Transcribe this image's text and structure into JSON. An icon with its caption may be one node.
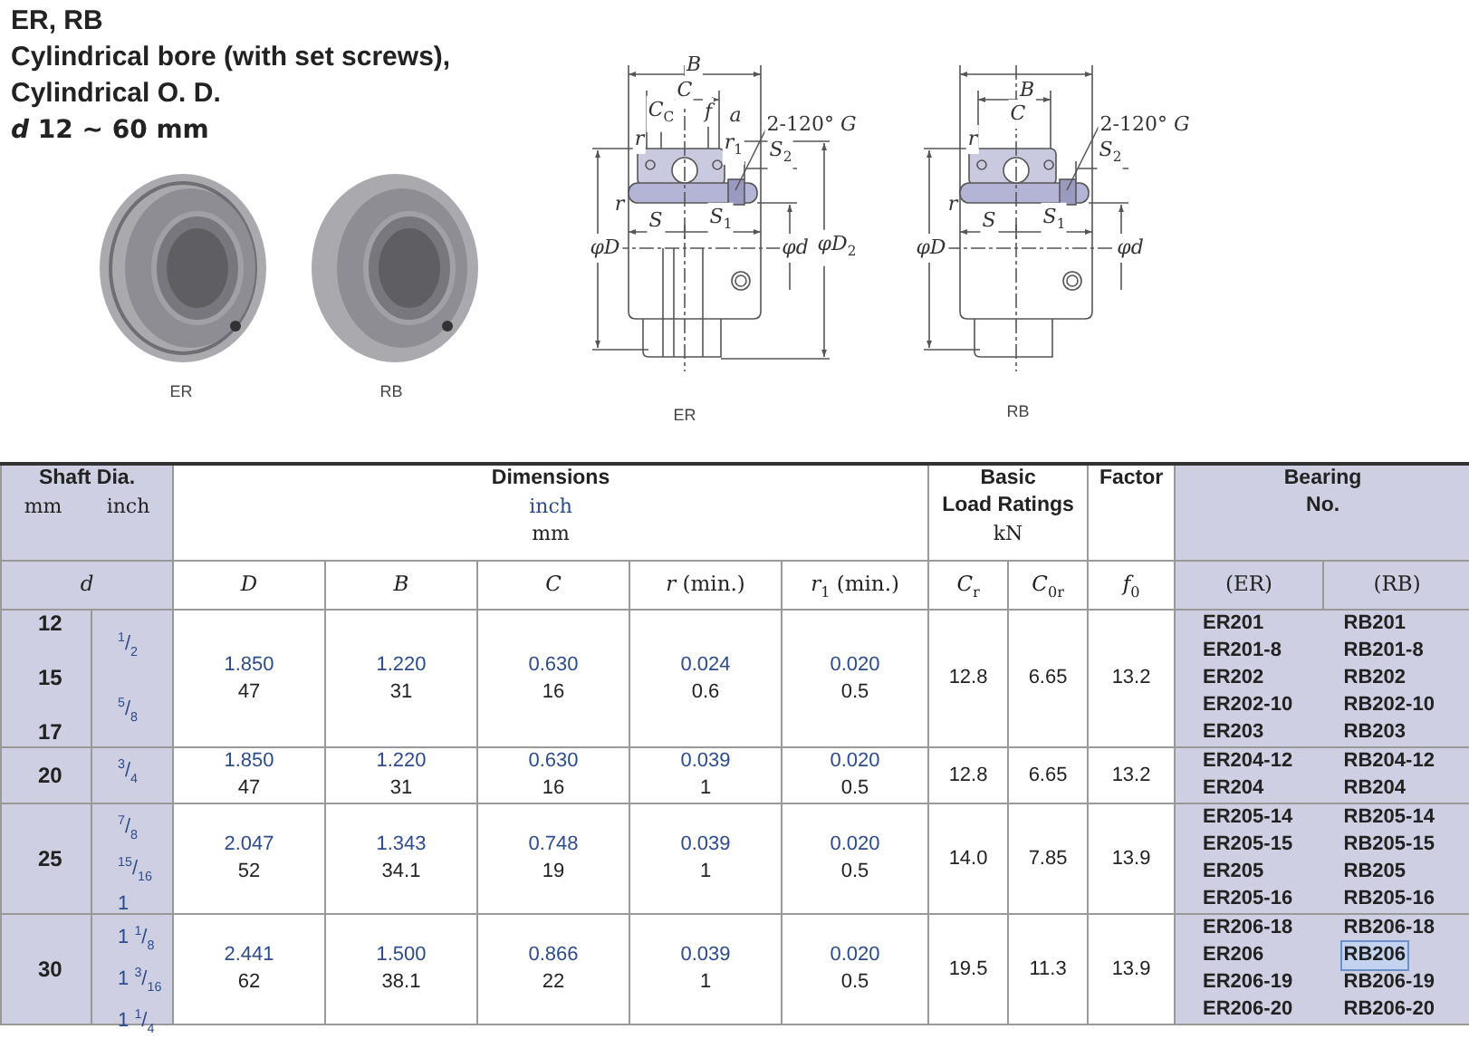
{
  "diagram": {
    "title": "ER, RB",
    "labels": [
      "Cylindrical bore (with set screws),",
      "Cylindrical O. D.",
      "*d* 12 ~ 60 mm",
      "ER",
      "RB",
      "B",
      "C",
      "C$_{C}$",
      "f",
      "a",
      "r",
      "r$_{1}$",
      "2-120° *G*",
      "S$_{2}$",
      "r",
      "S",
      "S$_{1}$",
      "φD",
      "φd",
      "φD$_{2}$",
      "ER",
      "B",
      "C",
      "r",
      "2-120° *G*",
      "S$_{2}$",
      "r",
      "S",
      "S$_{1}$",
      "φD",
      "φd",
      "RB",
      "Shaft Dia.",
      "Dimensions",
      "Basic",
      "Factor",
      "Bearing",
      "mm",
      "inch",
      "inch",
      "Load Ratings",
      "No.",
      "mm",
      "kN",
      "d",
      "D",
      "B",
      "C",
      "*r* (min.)",
      "*r*$_{1}$ (min.)",
      "C$_{r}$",
      "C$_{0r}$",
      "f$_{0}$",
      "(ER)",
      "(RB)",
      "12",
      "15",
      "17",
      "$^{1}$/$_{2}$",
      "$^{5}$/$_{8}$",
      "1.850",
      "47",
      "1.220",
      "31",
      "0.630",
      "16",
      "0.024",
      "0.6",
      "0.020",
      "0.5",
      "12.8",
      "6.65",
      "13.2",
      "ER201",
      "RB201",
      "ER201-8",
      "RB201-8",
      "ER202",
      "RB202",
      "ER202-10",
      "RB202-10",
      "ER203",
      "RB203",
      "20",
      "$^{3}$/$_{4}$",
      "1.850",
      "47",
      "1.220",
      "31",
      "0.630",
      "16",
      "0.039",
      "1",
      "0.020",
      "0.5",
      "12.8",
      "6.65",
      "13.2",
      "ER204-12",
      "RB204-12",
      "ER204",
      "RB204",
      "25",
      "$^{7}$/$_{8}$",
      "$^{15}$/$_{16}$",
      "1",
      "2.047",
      "52",
      "1.343",
      "34.1",
      "0.748",
      "19",
      "0.039",
      "1",
      "0.020",
      "0.5",
      "14.0",
      "7.85",
      "13.9",
      "ER205-14",
      "RB205-14",
      "ER205-15",
      "RB205-15",
      "ER205",
      "RB205",
      "ER205-16",
      "RB205-16",
      "30",
      "1 $^{1}$/$_{8}$",
      "1 $^{3}$/$_{16}$",
      "1 $^{1}$/$_{4}$",
      "2.441",
      "62",
      "1.500",
      "38.1",
      "0.866",
      "22",
      "0.039",
      "1",
      "0.020",
      "0.5",
      "19.5",
      "11.3",
      "13.9",
      "ER206-18",
      "RB206-18",
      "ER206",
      "RB206",
      "ER206-19",
      "RB206-19",
      "ER206-20",
      "RB206-20"
    ]
  }
}
